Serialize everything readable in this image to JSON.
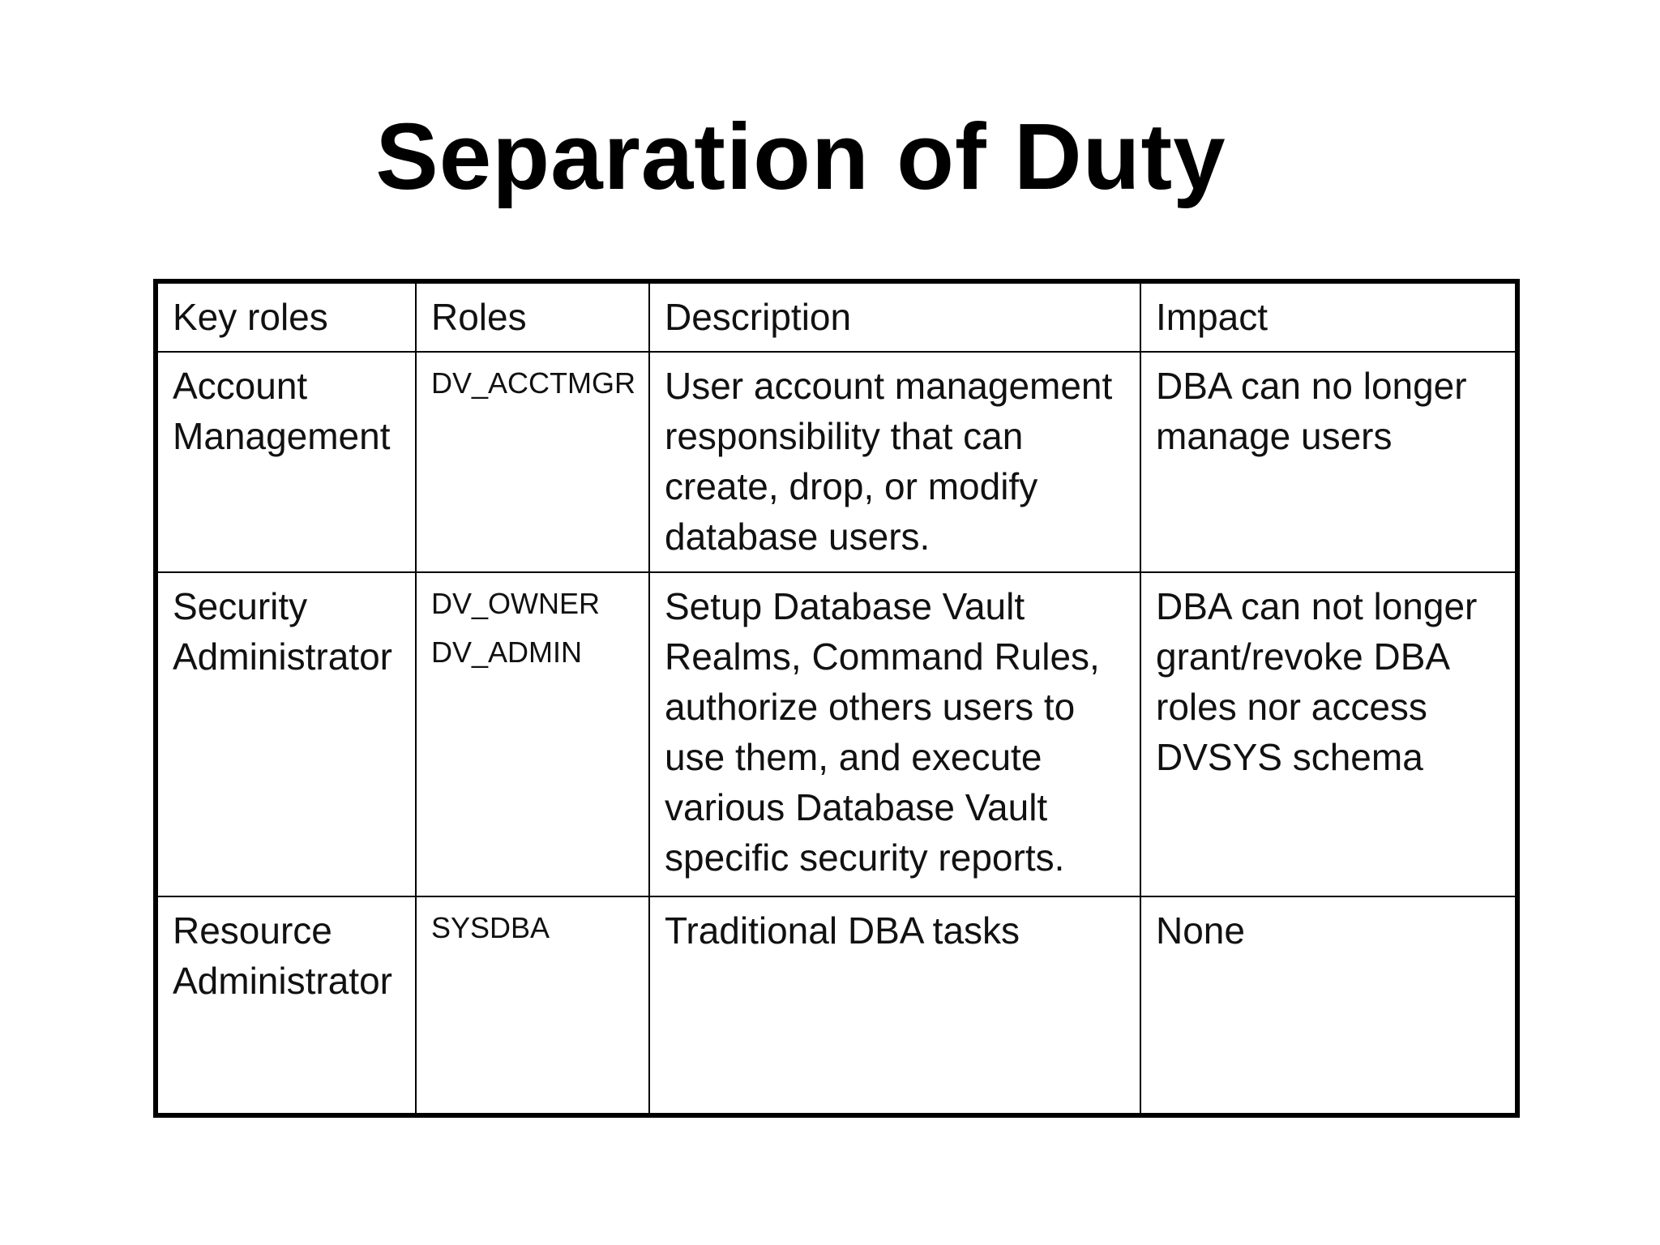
{
  "slide": {
    "title": "Separation of Duty"
  },
  "table": {
    "headers": [
      "Key roles",
      "Roles",
      "Description",
      "Impact"
    ],
    "rows": [
      {
        "key_role": "Account Management",
        "roles": [
          "DV_ACCTMGR"
        ],
        "description": "User account management responsibility that can create, drop, or modify database users.",
        "impact": "DBA can no longer manage users"
      },
      {
        "key_role": "Security Administrator",
        "roles": [
          "DV_OWNER",
          "DV_ADMIN"
        ],
        "description": "Setup Database Vault Realms, Command Rules, authorize others users to use them, and execute various Database Vault specific security reports.",
        "impact": "DBA can not longer grant/revoke DBA roles nor access DVSYS schema"
      },
      {
        "key_role": "Resource Administrator",
        "roles": [
          "SYSDBA"
        ],
        "description": "Traditional DBA tasks",
        "impact": "None"
      }
    ]
  }
}
